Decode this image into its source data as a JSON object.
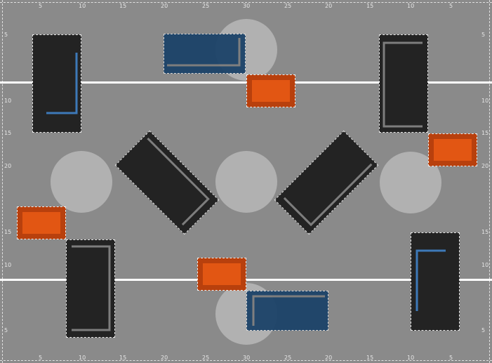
{
  "ruler": {
    "top": [
      "5",
      "10",
      "15",
      "20",
      "25",
      "30",
      "25",
      "20",
      "15",
      "10",
      "5"
    ],
    "bottom": [
      "5",
      "10",
      "15",
      "20",
      "25",
      "30",
      "25",
      "20",
      "15",
      "10",
      "5"
    ],
    "left": [
      "5",
      "10",
      "15",
      "20",
      "15",
      "10",
      "5"
    ],
    "right": [
      "5",
      "10",
      "15",
      "20",
      "15",
      "10",
      "5"
    ]
  },
  "colors": {
    "field": "#8a8a8a",
    "block": "#232323",
    "crate": "#e25613",
    "crate_border": "#b8400d",
    "blue_tile": "#1c4369",
    "blue_marker": "#3d79b8",
    "gray_marker": "#7d7d7d",
    "disc": "#b4b4b4",
    "line": "#ffffff"
  }
}
